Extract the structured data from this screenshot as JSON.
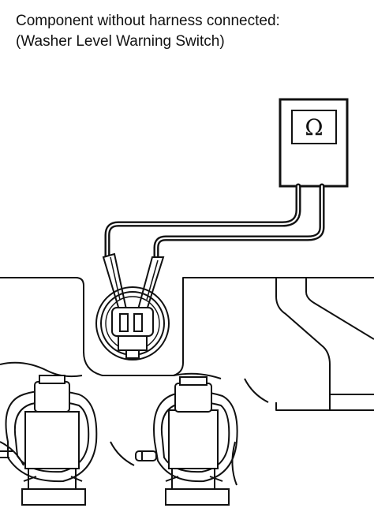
{
  "caption": {
    "line1": "Component without harness connected:",
    "line2": "(Washer Level Warning Switch)"
  },
  "meter": {
    "symbol": "Ω",
    "icon": "ohmmeter-icon"
  },
  "colors": {
    "ink": "#111111",
    "background": "#ffffff"
  }
}
